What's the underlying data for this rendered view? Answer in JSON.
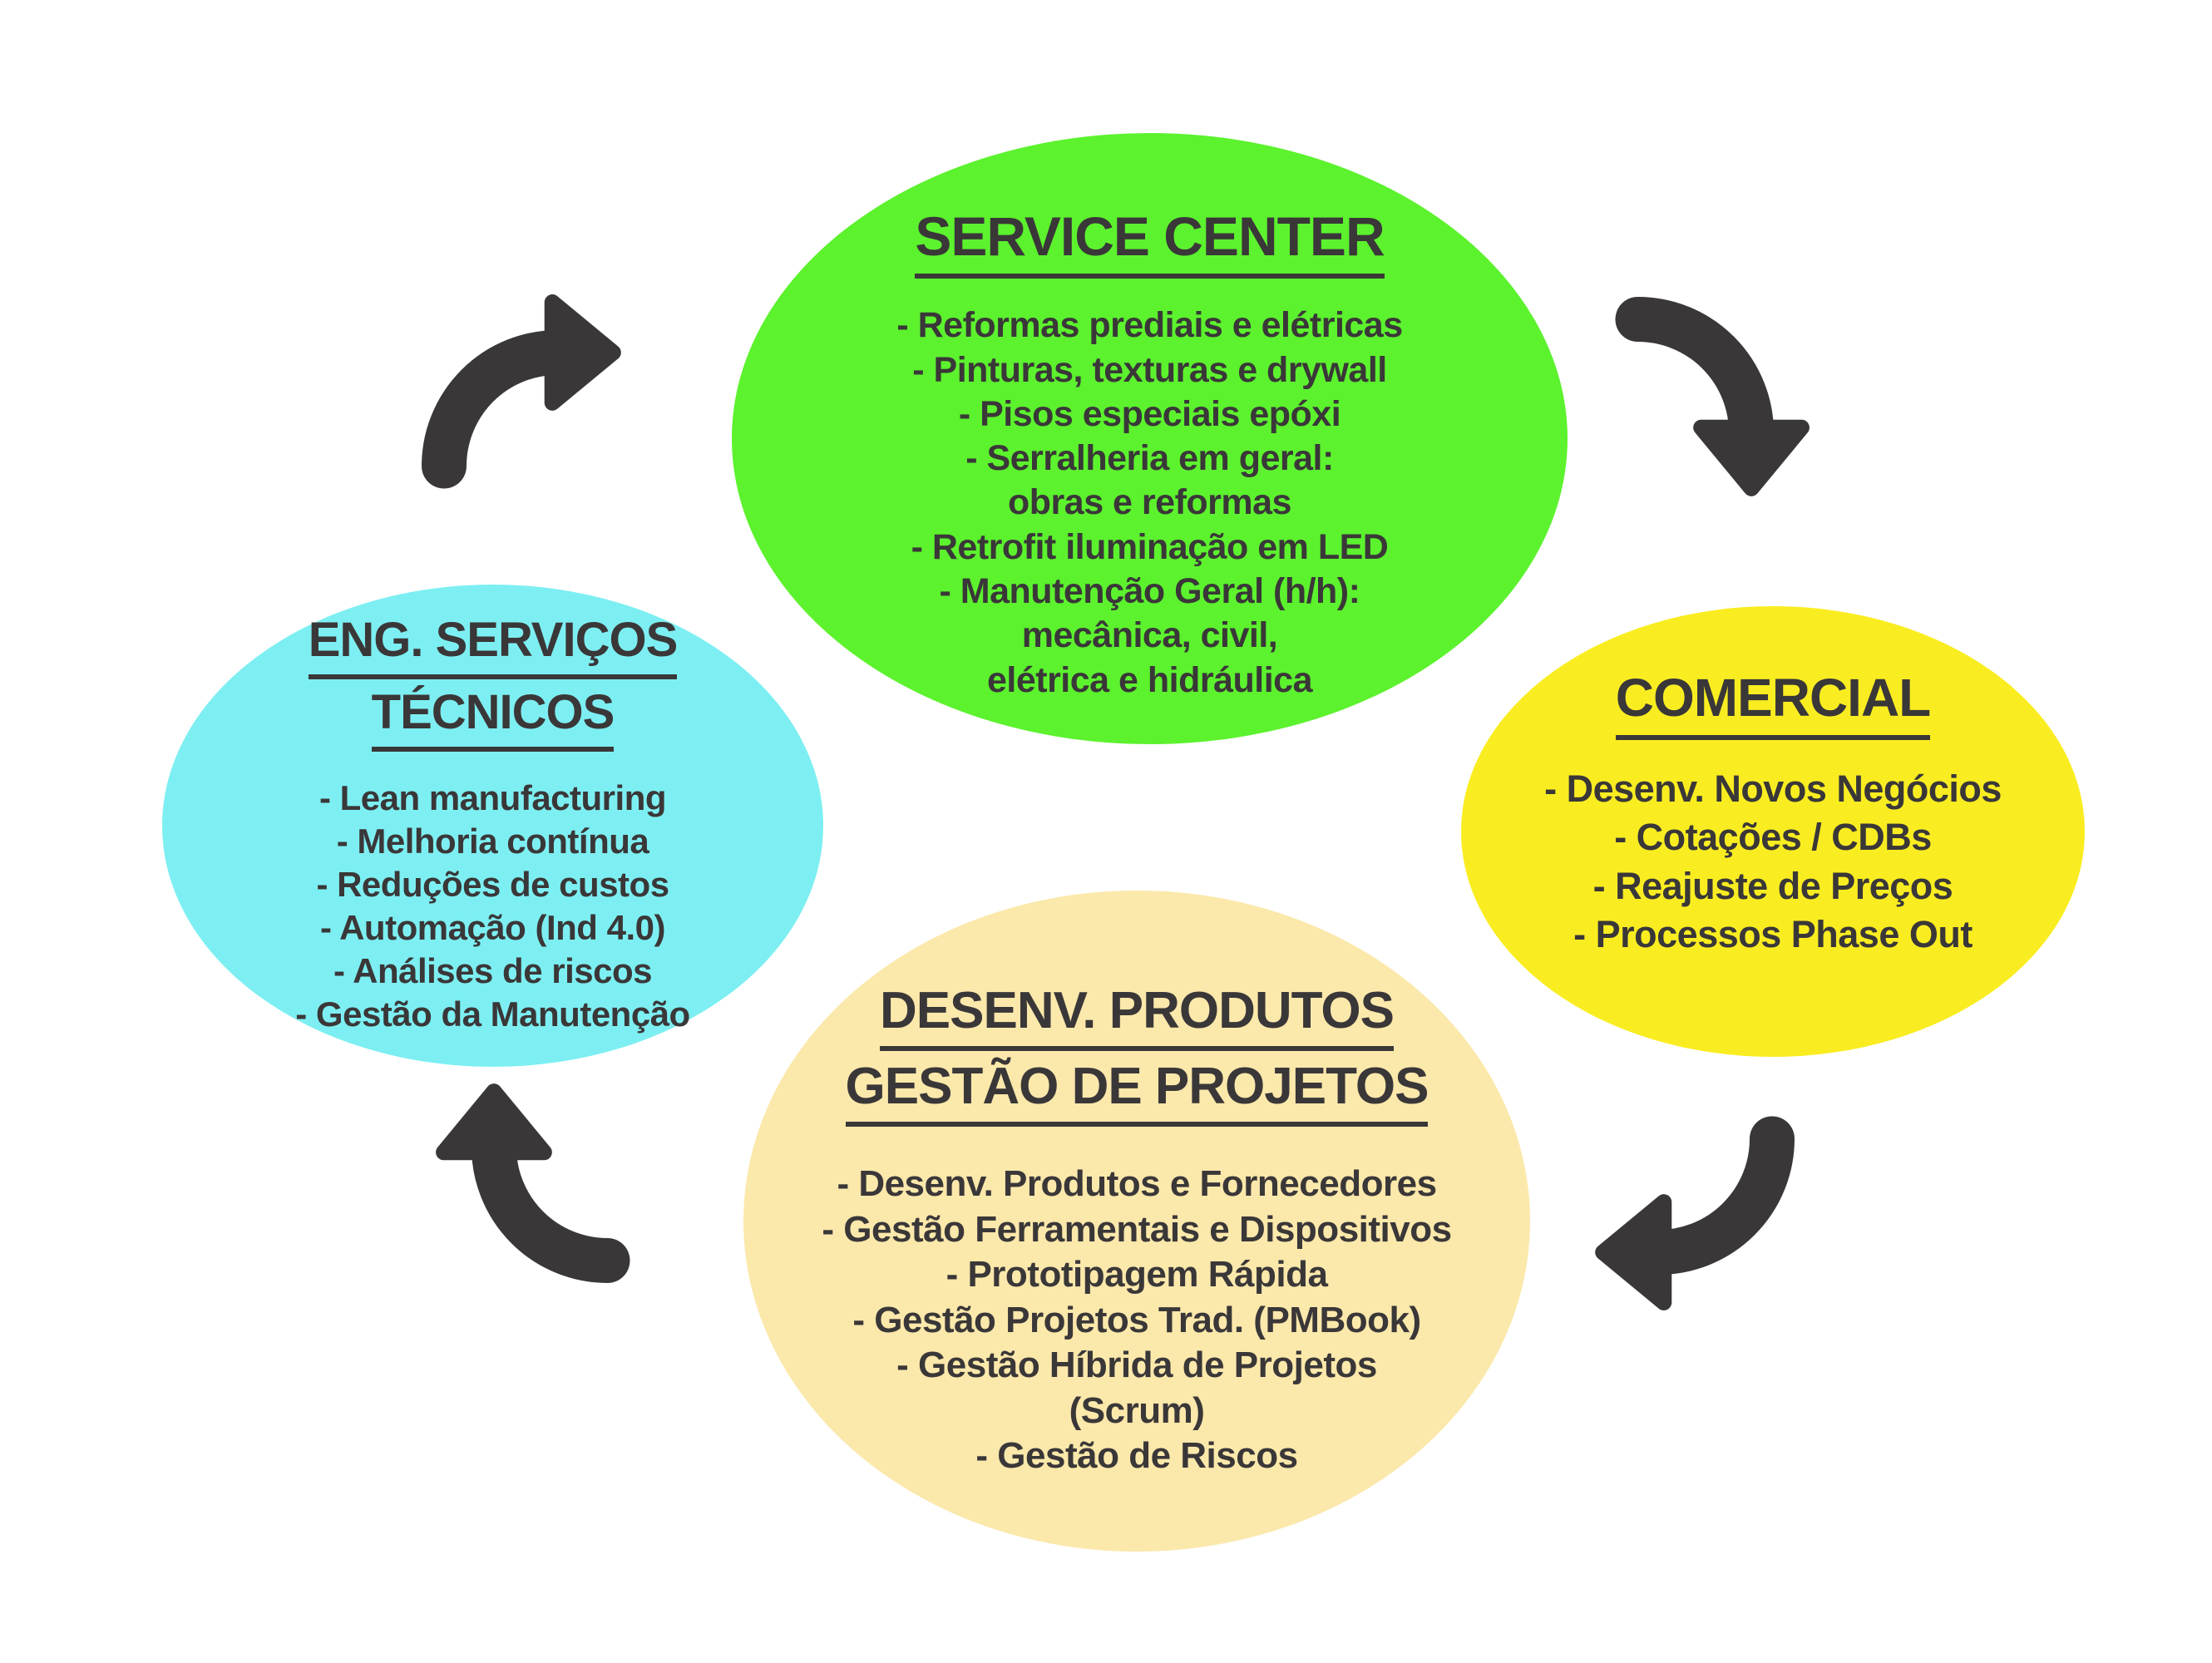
{
  "colors": {
    "background": "#ffffff",
    "ink": "#3a3738",
    "node_green": "#5cf22e",
    "node_cyan": "#7deff2",
    "node_yellow": "#f9ed21",
    "node_cream": "#fbe8ab"
  },
  "nodes": {
    "service_center": {
      "title1": "SERVICE CENTER",
      "items": [
        "- Reformas prediais e elétricas",
        "- Pinturas, texturas e drywall",
        "- Pisos especiais epóxi",
        "- Serralheria em geral:",
        "obras e reformas",
        "- Retrofit iluminação em LED",
        "- Manutenção Geral (h/h):",
        "mecânica, civil,",
        "elétrica e hidráulica"
      ]
    },
    "eng_servicos_tecnicos": {
      "title1": "ENG. SERVIÇOS",
      "title2": "TÉCNICOS",
      "items": [
        "- Lean manufacturing",
        "- Melhoria contínua",
        "- Reduções de custos",
        "- Automação (Ind 4.0)",
        "- Análises de riscos",
        "- Gestão da Manutenção"
      ]
    },
    "comercial": {
      "title1": "COMERCIAL",
      "items": [
        "- Desenv. Novos Negócios",
        "- Cotações / CDBs",
        "- Reajuste de Preços",
        "- Processos Phase Out"
      ]
    },
    "desenv_produtos": {
      "title1": "DESENV. PRODUTOS",
      "title2": "GESTÃO DE PROJETOS",
      "items": [
        "- Desenv. Produtos e Fornecedores",
        "- Gestão Ferramentais e Dispositivos",
        "- Prototipagem Rápida",
        "- Gestão Projetos Trad. (PMBook)",
        "- Gestão Híbrida de Projetos",
        "(Scrum)",
        "- Gestão de Riscos"
      ]
    }
  },
  "icons": {
    "arrow": "curved-arrow-icon"
  }
}
